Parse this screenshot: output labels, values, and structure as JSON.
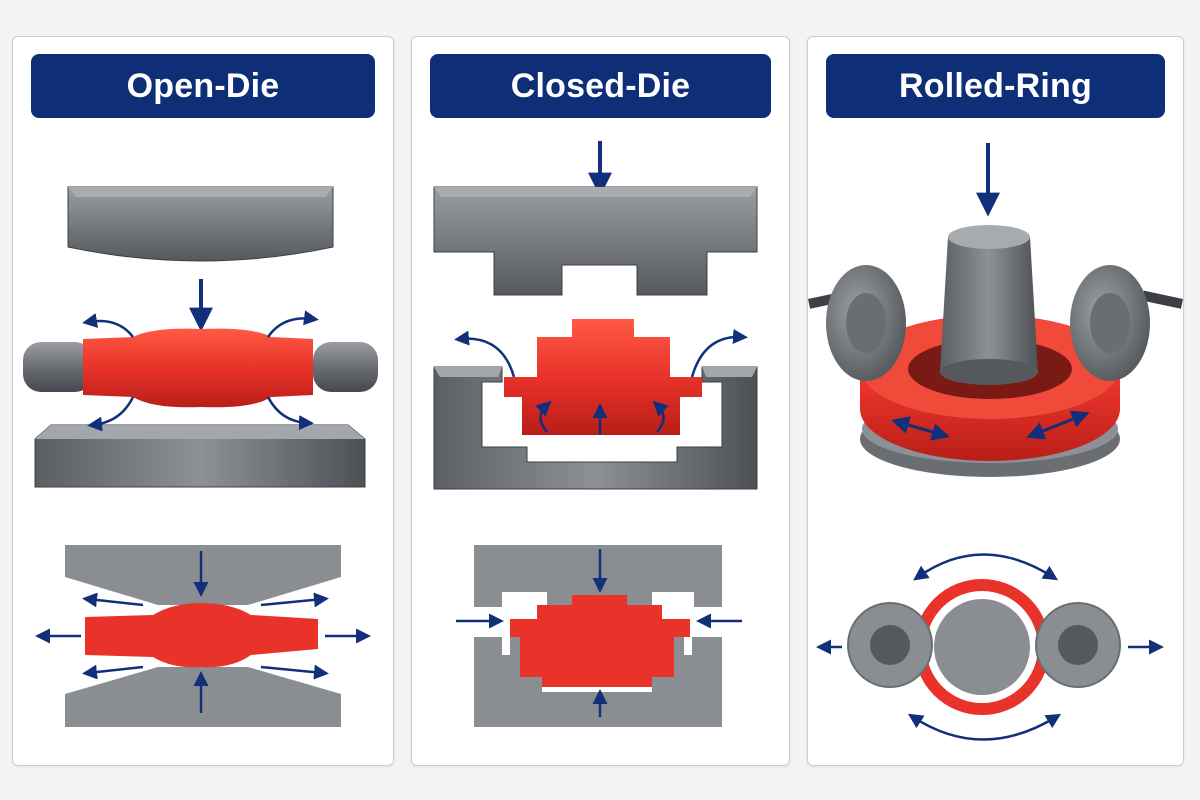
{
  "panels": [
    {
      "id": "open-die",
      "title": "Open-Die"
    },
    {
      "id": "closed-die",
      "title": "Closed-Die"
    },
    {
      "id": "rolled-ring",
      "title": "Rolled-Ring"
    }
  ],
  "colors": {
    "banner": "#0e2f78",
    "arrow": "#12307a",
    "hot_metal": "#e8322a",
    "die_steel": "#6e7277",
    "schematic_gray": "#8a8d91"
  },
  "icons": [
    "down-arrow-icon",
    "up-arrow-icon",
    "side-arrow-icon",
    "curved-flow-arrow-icon",
    "double-arrow-icon",
    "rotation-arrow-icon"
  ]
}
